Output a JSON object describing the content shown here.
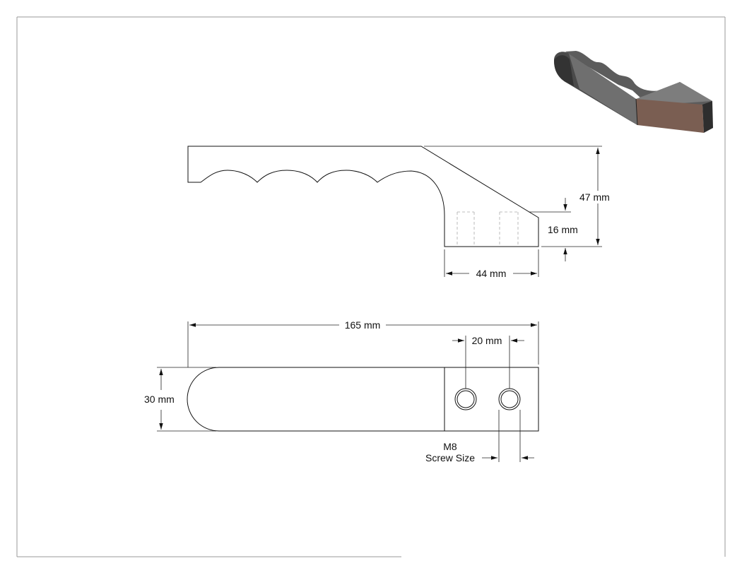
{
  "dimensions": {
    "height_total": "47 mm",
    "height_block": "16 mm",
    "width_block": "44 mm",
    "length_total": "165 mm",
    "hole_spacing": "20 mm",
    "width_total": "30 mm",
    "screw_size_line1": "M8",
    "screw_size_line2": "Screw Size"
  },
  "colors": {
    "line": "#111111",
    "hidden_line": "#aaaaaa",
    "frame": "#999999",
    "render_dark": "#3a3a3a",
    "render_mid": "#6a6a6a",
    "render_light": "#8a8a8a",
    "render_face": "#7a5e52"
  }
}
